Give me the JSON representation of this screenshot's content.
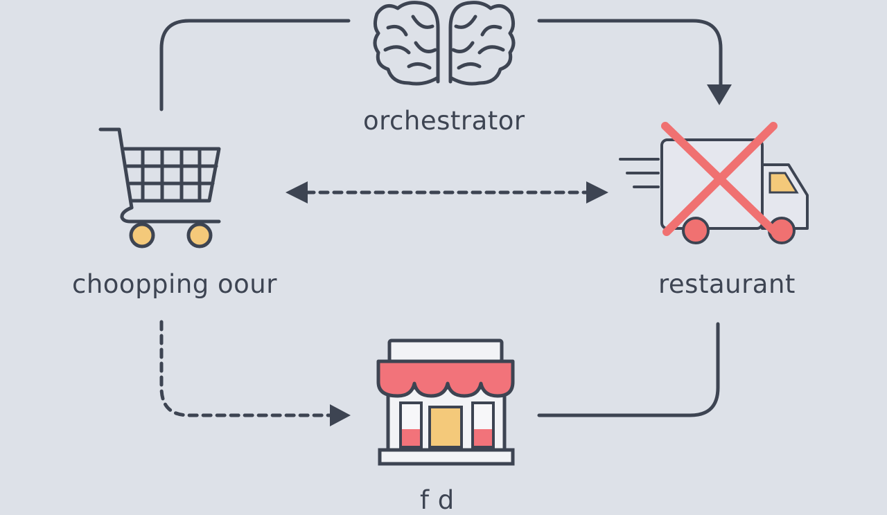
{
  "nodes": {
    "orchestrator": {
      "label": "orchestrator",
      "icon": "brain-icon"
    },
    "shopping": {
      "label": "choopping oour",
      "icon": "shopping-cart-icon"
    },
    "restaurant": {
      "label": "restaurant",
      "icon": "delivery-truck-icon",
      "status_mark": "crossed-out"
    },
    "store": {
      "label": "f   d",
      "icon": "storefront-icon"
    }
  },
  "colors": {
    "background": "#dde1e8",
    "stroke": "#3d4452",
    "cross": "#f07171",
    "awning": "#f2737a",
    "accent_yellow": "#f4c97a"
  }
}
